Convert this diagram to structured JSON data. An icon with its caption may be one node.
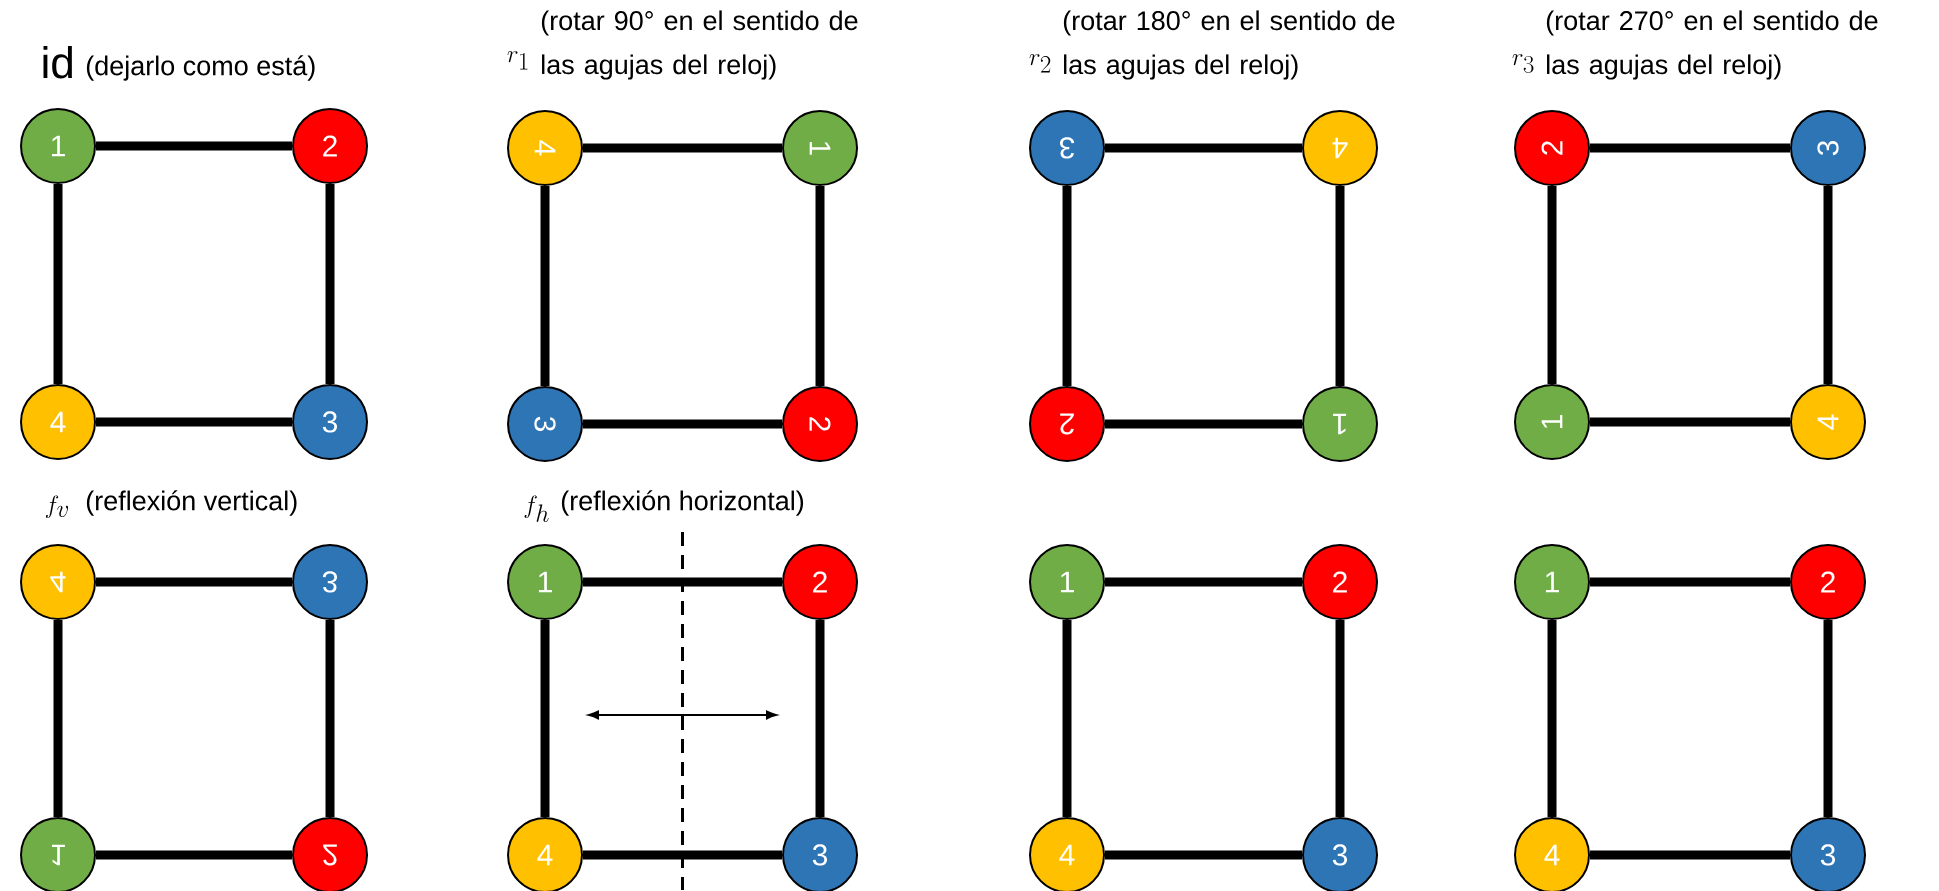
{
  "diagram": {
    "nodes": [
      {
        "text": [
          "1"
        ]
      },
      {
        "text": [
          "2"
        ]
      },
      {
        "text": [
          "4"
        ]
      },
      {
        "text": [
          "3"
        ]
      },
      {
        "text": [
          "4"
        ]
      },
      {
        "text": [
          "1"
        ]
      },
      {
        "text": [
          "3"
        ]
      },
      {
        "text": [
          "2"
        ]
      },
      {
        "text": [
          "3"
        ]
      },
      {
        "text": [
          "4"
        ]
      },
      {
        "text": [
          "2"
        ]
      },
      {
        "text": [
          "1"
        ]
      },
      {
        "text": [
          "2"
        ]
      },
      {
        "text": [
          "3"
        ]
      },
      {
        "text": [
          "1"
        ]
      },
      {
        "text": [
          "4"
        ]
      },
      {
        "text": [
          "4"
        ]
      },
      {
        "text": [
          "3"
        ]
      },
      {
        "text": [
          "1"
        ]
      },
      {
        "text": [
          "2"
        ]
      },
      {
        "text": [
          "1"
        ]
      },
      {
        "text": [
          "2"
        ]
      },
      {
        "text": [
          "4"
        ]
      },
      {
        "text": [
          "3"
        ]
      },
      {
        "text": [
          "1"
        ]
      },
      {
        "text": [
          "2"
        ]
      },
      {
        "text": [
          "4"
        ]
      },
      {
        "text": [
          "3"
        ]
      },
      {
        "text": [
          "1"
        ]
      },
      {
        "text": [
          "2"
        ]
      },
      {
        "text": [
          "4"
        ]
      },
      {
        "text": [
          "3"
        ]
      }
    ],
    "edges": [
      {
        "from": 0,
        "to": 1,
        "arrow": "none"
      },
      {
        "from": 0,
        "to": 2,
        "arrow": "none"
      },
      {
        "from": 1,
        "to": 3,
        "arrow": "none"
      },
      {
        "from": 2,
        "to": 3,
        "arrow": "none"
      },
      {
        "from": 4,
        "to": 5,
        "arrow": "none"
      },
      {
        "from": 4,
        "to": 6,
        "arrow": "none"
      },
      {
        "from": 5,
        "to": 7,
        "arrow": "none"
      },
      {
        "from": 6,
        "to": 7,
        "arrow": "none"
      },
      {
        "from": 8,
        "to": 9,
        "arrow": "none"
      },
      {
        "from": 8,
        "to": 10,
        "arrow": "none"
      },
      {
        "from": 9,
        "to": 11,
        "arrow": "none"
      },
      {
        "from": 10,
        "to": 11,
        "arrow": "none"
      },
      {
        "from": 12,
        "to": 13,
        "arrow": "none"
      },
      {
        "from": 12,
        "to": 14,
        "arrow": "none"
      },
      {
        "from": 13,
        "to": 15,
        "arrow": "none"
      },
      {
        "from": 14,
        "to": 15,
        "arrow": "none"
      },
      {
        "from": 16,
        "to": 17,
        "arrow": "none"
      },
      {
        "from": 16,
        "to": 18,
        "arrow": "none"
      },
      {
        "from": 17,
        "to": 19,
        "arrow": "none"
      },
      {
        "from": 18,
        "to": 19,
        "arrow": "none"
      },
      {
        "from": 20,
        "to": 21,
        "arrow": "none"
      },
      {
        "from": 20,
        "to": 22,
        "arrow": "none"
      },
      {
        "from": 21,
        "to": 23,
        "arrow": "none"
      },
      {
        "from": 22,
        "to": 23,
        "arrow": "none"
      },
      {
        "from": 24,
        "to": 25,
        "arrow": "none"
      },
      {
        "from": 24,
        "to": 26,
        "arrow": "none"
      },
      {
        "from": 25,
        "to": 27,
        "arrow": "none"
      },
      {
        "from": 26,
        "to": 27,
        "arrow": "none"
      },
      {
        "from": 28,
        "to": 29,
        "arrow": "none"
      },
      {
        "from": 28,
        "to": 30,
        "arrow": "none"
      },
      {
        "from": 29,
        "to": 31,
        "arrow": "none"
      },
      {
        "from": 30,
        "to": 31,
        "arrow": "none"
      }
    ],
    "labels": [
      "\\mathrm{id}",
      "(dejarlo como está)",
      "r_1",
      "(rotar 90° en el sentido de las agujas del reloj)",
      "r_2",
      "(rotar 180° en el sentido de las agujas del reloj)",
      "r_3",
      "(rotar 270° en el sentido de las agujas del reloj)",
      "f_v",
      "(reflexión vertical)",
      "f_h",
      "(reflexión horizontal)"
    ]
  }
}
